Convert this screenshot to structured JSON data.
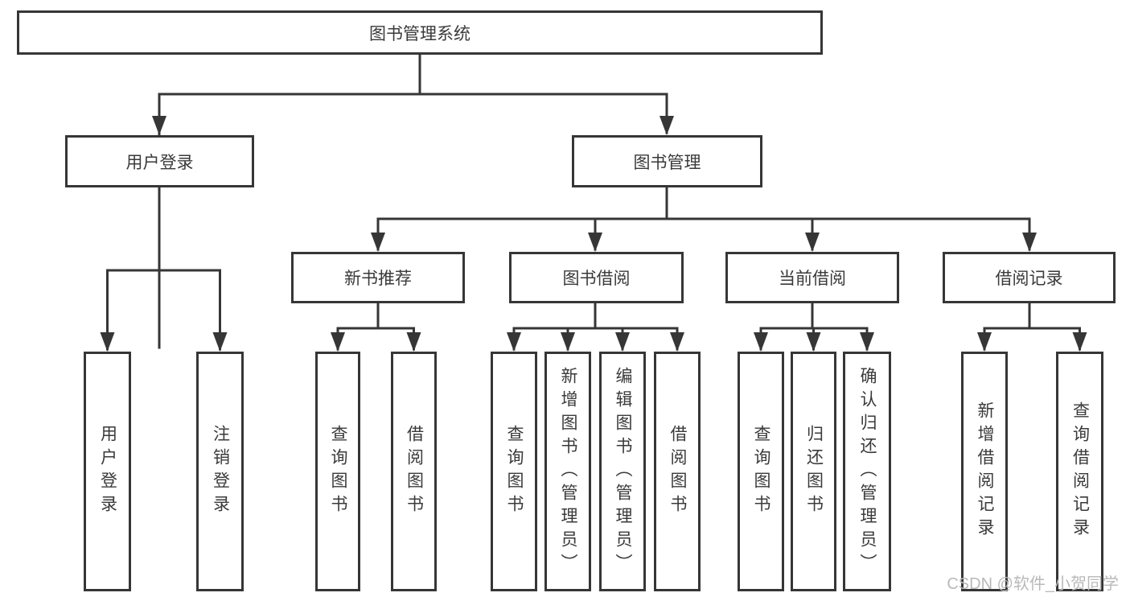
{
  "diagram": {
    "title_node": {
      "label": "图书管理系统"
    },
    "level2": [
      {
        "label": "用户登录"
      },
      {
        "label": "图书管理"
      }
    ],
    "level3": [
      {
        "label": "新书推荐"
      },
      {
        "label": "图书借阅"
      },
      {
        "label": "当前借阅"
      },
      {
        "label": "借阅记录"
      }
    ],
    "leafGroups": [
      {
        "children": [
          {
            "label": "用户登录"
          },
          {
            "label": "注销登录"
          }
        ]
      },
      {
        "children": [
          {
            "label": "查询图书"
          },
          {
            "label": "借阅图书"
          }
        ]
      },
      {
        "children": [
          {
            "label": "查询图书"
          },
          {
            "label": "新增图书（管理员）"
          },
          {
            "label": "编辑图书（管理员）"
          },
          {
            "label": "借阅图书"
          }
        ]
      },
      {
        "children": [
          {
            "label": "查询图书"
          },
          {
            "label": "归还图书"
          },
          {
            "label": "确认归还（管理员）"
          }
        ]
      },
      {
        "children": [
          {
            "label": "新增借阅记录"
          },
          {
            "label": "查询借阅记录"
          }
        ]
      }
    ],
    "watermark": "CSDN @软件_小贺同学",
    "colors": {
      "line": "#363636",
      "text": "#3a3a3a",
      "box_background": "#ffffff",
      "watermark": "#b9b9b9"
    }
  }
}
